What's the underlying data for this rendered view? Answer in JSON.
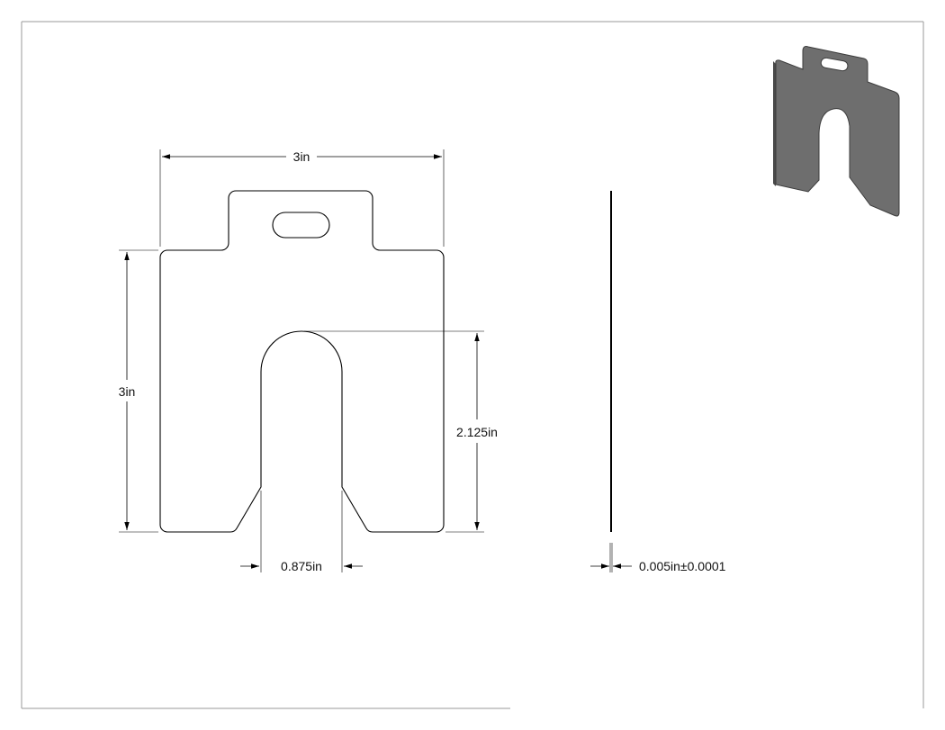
{
  "drawing": {
    "dimensions": {
      "top_width": "3in",
      "left_height": "3in",
      "slot_depth": "2.125in",
      "slot_width": "0.875in",
      "thickness": "0.005in±0.0001"
    },
    "colors": {
      "line": "#000000",
      "frame": "#9a9a9a",
      "iso_fill": "#6e6e6e",
      "iso_edge": "#4a4a4a"
    }
  }
}
